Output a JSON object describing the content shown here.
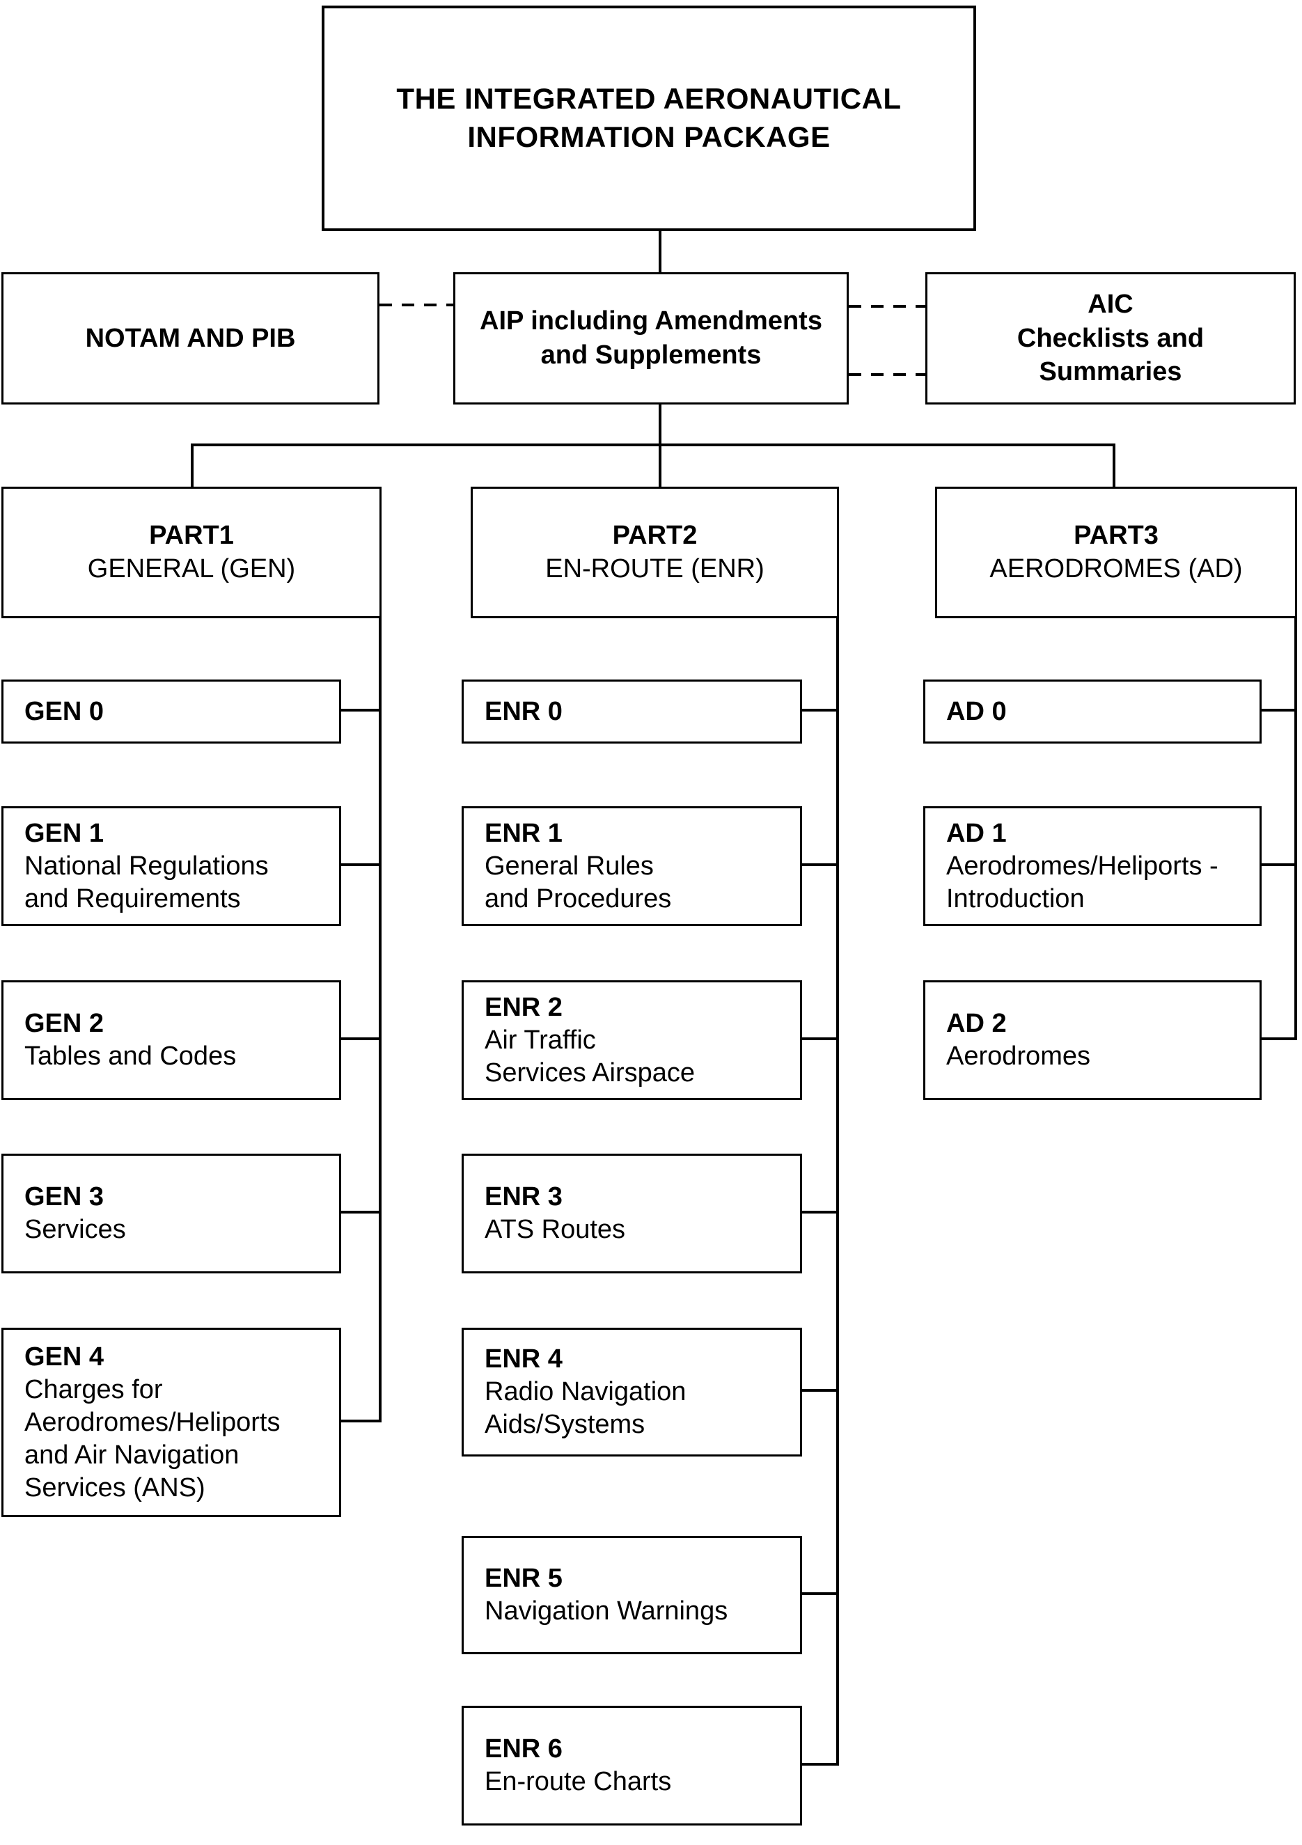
{
  "diagram": {
    "title": "THE INTEGRATED AERONAUTICAL\nINFORMATION PACKAGE",
    "notam": "NOTAM AND PIB",
    "aip": "AIP including Amendments\nand Supplements",
    "aic": "AIC\nChecklists and\nSummaries",
    "parts": [
      {
        "code": "PART1",
        "name": "GENERAL (GEN)"
      },
      {
        "code": "PART2",
        "name": "EN-ROUTE (ENR)"
      },
      {
        "code": "PART3",
        "name": "AERODROMES (AD)"
      }
    ],
    "gen": [
      {
        "code": "GEN 0",
        "desc": ""
      },
      {
        "code": "GEN 1",
        "desc": "National Regulations\nand Requirements"
      },
      {
        "code": "GEN 2",
        "desc": "Tables and Codes"
      },
      {
        "code": "GEN 3",
        "desc": "Services"
      },
      {
        "code": "GEN 4",
        "desc": "Charges for\nAerodromes/Heliports\nand Air Navigation\nServices (ANS)"
      }
    ],
    "enr": [
      {
        "code": "ENR 0",
        "desc": ""
      },
      {
        "code": "ENR 1",
        "desc": "General Rules\nand Procedures"
      },
      {
        "code": "ENR 2",
        "desc": "Air Traffic\nServices Airspace"
      },
      {
        "code": "ENR 3",
        "desc": "ATS Routes"
      },
      {
        "code": "ENR 4",
        "desc": "Radio Navigation\nAids/Systems"
      },
      {
        "code": "ENR 5",
        "desc": "Navigation Warnings"
      },
      {
        "code": "ENR 6",
        "desc": "En-route Charts"
      }
    ],
    "ad": [
      {
        "code": "AD 0",
        "desc": ""
      },
      {
        "code": "AD 1",
        "desc": "Aerodromes/Heliports -\nIntroduction"
      },
      {
        "code": "AD 2",
        "desc": "Aerodromes"
      }
    ],
    "colors": {
      "ink": "#000000",
      "background": "#ffffff"
    }
  }
}
